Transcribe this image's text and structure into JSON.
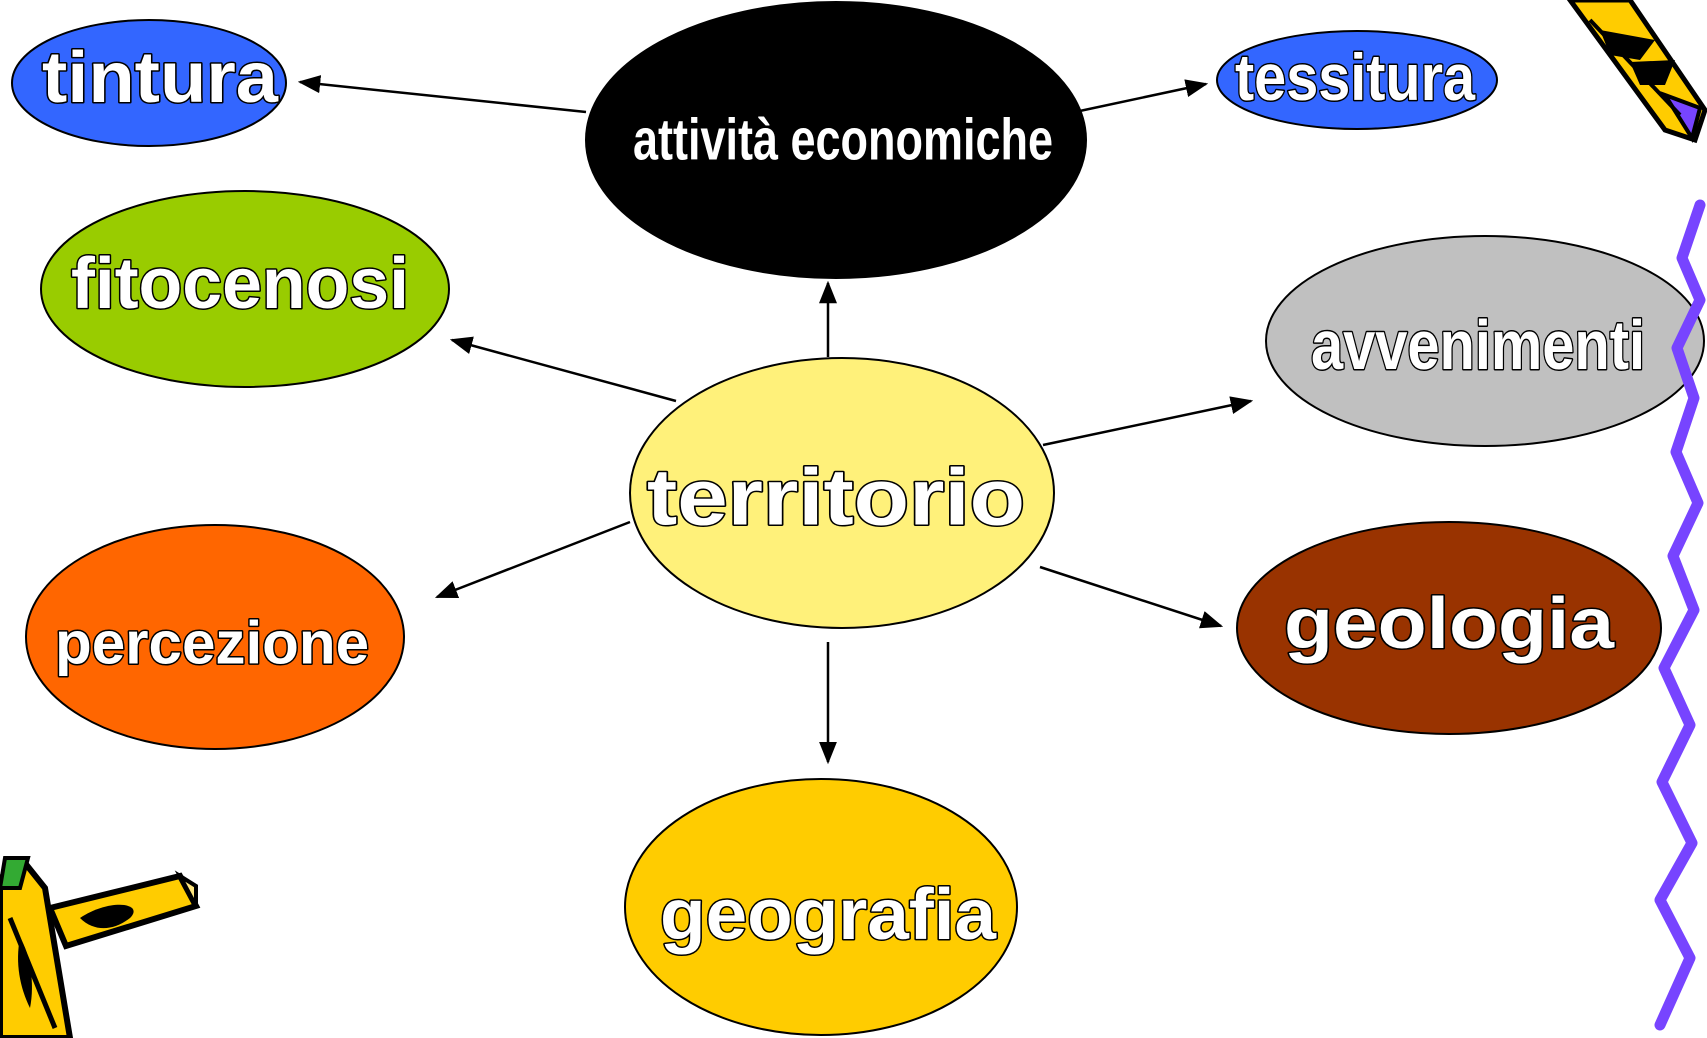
{
  "diagram": {
    "center": {
      "label": "territorio",
      "color": "#fff17a"
    },
    "nodes": [
      {
        "id": "attivita",
        "label": "attività economiche",
        "color": "#000000"
      },
      {
        "id": "tintura",
        "label": "tintura",
        "color": "#3366ff"
      },
      {
        "id": "tessitura",
        "label": "tessitura",
        "color": "#3366ff"
      },
      {
        "id": "fitocenosi",
        "label": "fitocenosi",
        "color": "#99cc00"
      },
      {
        "id": "avvenimenti",
        "label": "avvenimenti",
        "color": "#c0c0c0"
      },
      {
        "id": "percezione",
        "label": "percezione",
        "color": "#ff6600"
      },
      {
        "id": "geologia",
        "label": "geologia",
        "color": "#993300"
      },
      {
        "id": "geografia",
        "label": "geografia",
        "color": "#ffcc00"
      }
    ]
  },
  "decorations": {
    "pencil_top": "pencil-icon",
    "pencil_bottom": "pencil-icon",
    "squiggle": "squiggle-line",
    "squiggle_color": "#7744ff"
  }
}
